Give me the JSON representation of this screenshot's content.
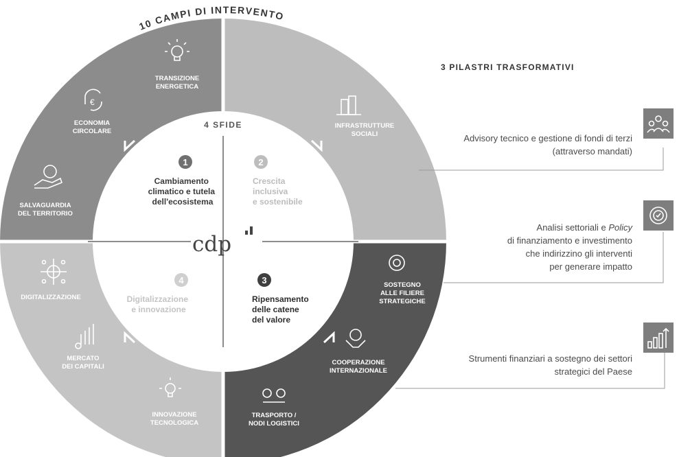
{
  "title": "10 CAMPI DI INTERVENTO",
  "sfide_title": "4 SFIDE",
  "logo_text": "cdp",
  "colors": {
    "segment_top_left": "#8c8c8c",
    "segment_top_right": "#bdbdbd",
    "segment_bottom_left": "#c4c4c4",
    "segment_bottom_right": "#555555",
    "inner_circle": "#ffffff",
    "dark_text": "#3a3a3a",
    "light_text": "#bcbcbc",
    "connector_line": "#9a9a9a"
  },
  "challenges": [
    {
      "number": "1",
      "lines": [
        "Cambiamento",
        "climatico e tutela",
        "dell'ecosistema"
      ],
      "tone": "dark"
    },
    {
      "number": "2",
      "lines": [
        "Crescita",
        "inclusiva",
        "e sostenibile"
      ],
      "tone": "light"
    },
    {
      "number": "3",
      "lines": [
        "Ripensamento",
        "delle catene",
        "del valore"
      ],
      "tone": "dark"
    },
    {
      "number": "4",
      "lines": [
        "Digitalizzazione",
        "e innovazione"
      ],
      "tone": "light"
    }
  ],
  "fields": [
    {
      "lines": [
        "TRANSIZIONE",
        "ENERGETICA"
      ],
      "icon": "lightbulb-icon"
    },
    {
      "lines": [
        "ECONOMIA",
        "CIRCOLARE"
      ],
      "icon": "recycle-euro-icon"
    },
    {
      "lines": [
        "SALVAGUARDIA",
        "DEL TERRITORIO"
      ],
      "icon": "hand-globe-icon"
    },
    {
      "lines": [
        "INFRASTRUTTURE",
        "SOCIALI"
      ],
      "icon": "buildings-icon"
    },
    {
      "lines": [
        "DIGITALIZZAZIONE"
      ],
      "icon": "network-globe-icon"
    },
    {
      "lines": [
        "MERCATO",
        "DEI CAPITALI"
      ],
      "icon": "chart-coins-icon"
    },
    {
      "lines": [
        "INNOVAZIONE",
        "TECNOLOGICA"
      ],
      "icon": "lightbulb-idea-icon"
    },
    {
      "lines": [
        "SOSTEGNO",
        "ALLE FILIERE",
        "STRATEGICHE"
      ],
      "icon": "gear-target-icon"
    },
    {
      "lines": [
        "COOPERAZIONE",
        "INTERNAZIONALE"
      ],
      "icon": "hands-globe-icon"
    },
    {
      "lines": [
        "TRASPORTO /",
        "NODI LOGISTICI"
      ],
      "icon": "route-pins-icon"
    }
  ],
  "pillars_title": "3 PILASTRI TRASFORMATIVI",
  "pillars": [
    {
      "lines": [
        "Advisory tecnico e gestione di fondi di terzi",
        "(attraverso mandati)"
      ],
      "icon": "people-group-icon"
    },
    {
      "lines_html": [
        "Analisi settoriali e <i>Policy</i>",
        "di finanziamento e investimento",
        "che indirizzino gli interventi",
        "per generare impatto"
      ],
      "icon": "gear-check-icon"
    },
    {
      "lines": [
        "Strumenti finanziari a sostegno dei settori",
        "strategici del Paese"
      ],
      "icon": "bar-chart-arrow-icon"
    }
  ]
}
